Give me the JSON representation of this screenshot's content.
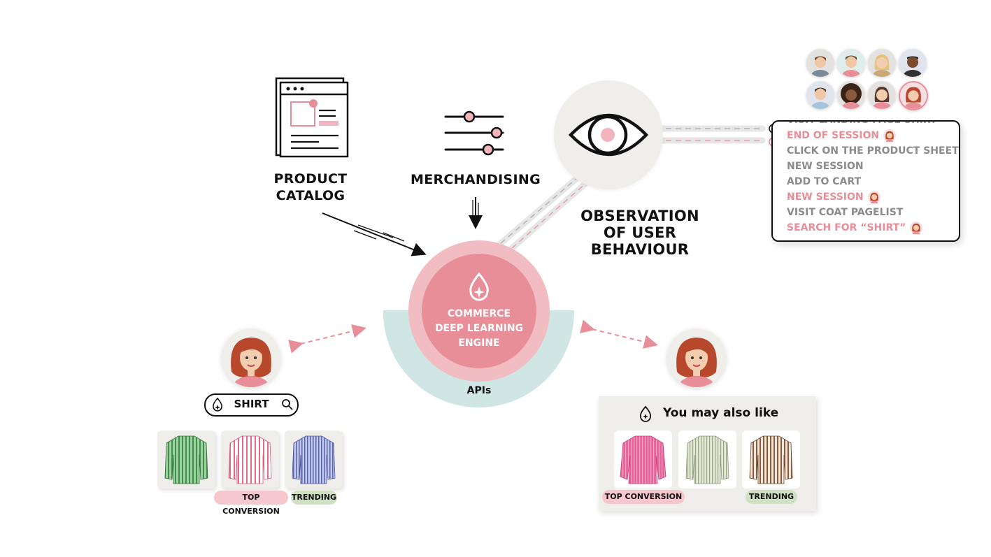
{
  "inputs": {
    "product_catalog": "PRODUCT\nCATALOG",
    "merchandising": "MERCHANDISING",
    "observation": "OBSERVATION\nOF USER BEHAVIOUR"
  },
  "engine": {
    "name": "COMMERCE\nDEEP LEARNING\nENGINE",
    "apis_label": "APIs"
  },
  "event_log": {
    "events": [
      {
        "text": "VISIT LANDING PAGE SHIRT",
        "highlight": false,
        "cut": true,
        "avatar": false
      },
      {
        "text": "END OF SESSION",
        "highlight": true,
        "cut": false,
        "avatar": true
      },
      {
        "text": "CLICK ON THE PRODUCT SHEET",
        "highlight": false,
        "cut": false,
        "avatar": false
      },
      {
        "text": "NEW SESSION",
        "highlight": false,
        "cut": false,
        "avatar": false
      },
      {
        "text": "ADD TO CART",
        "highlight": false,
        "cut": false,
        "avatar": false
      },
      {
        "text": "NEW SESSION",
        "highlight": true,
        "cut": false,
        "avatar": true
      },
      {
        "text": "VISIT COAT PAGELIST",
        "highlight": false,
        "cut": false,
        "avatar": false
      },
      {
        "text": "SEARCH FOR “SHIRT”",
        "highlight": true,
        "cut": false,
        "avatar": true
      }
    ]
  },
  "search": {
    "query": "SHIRT",
    "badges": [
      "TOP CONVERSION",
      "TRENDING"
    ]
  },
  "recommendations": {
    "title": "You may also like",
    "badges": [
      "TOP CONVERSION",
      "TRENDING"
    ]
  },
  "colors": {
    "pink": "#e88e99",
    "light_pink": "#f2bcc3",
    "teal": "#cfe6e4",
    "gray": "#efeeeb"
  },
  "icons": [
    "browser-window-icon",
    "sliders-icon",
    "eye-icon",
    "drop-sparkle-icon",
    "search-icon",
    "user-avatar"
  ]
}
